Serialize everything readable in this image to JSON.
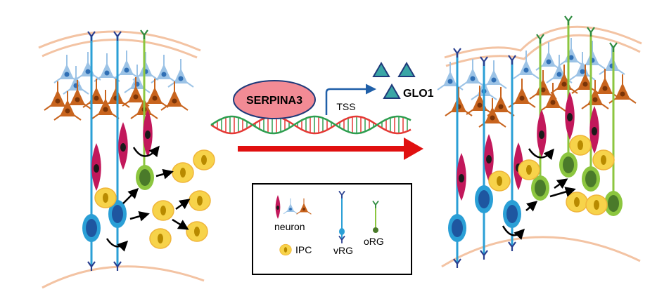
{
  "diagram": {
    "gene_factor_label": "SERPINA3",
    "tss_label": "TSS",
    "target_gene_label": "GLO1",
    "legend": {
      "neuron_label": "neuron",
      "vrg_label": "vRG",
      "org_label": "oRG",
      "ipc_label": "IPC"
    }
  },
  "colors": {
    "vrg_blue": "#2a9fd6",
    "org_green": "#8cc63f",
    "neuron_magenta": "#c2185b",
    "neuron_orange": "#c8641e",
    "neuron_lightblue": "#9cc3e6",
    "ipc_yellow": "#f7d34a",
    "arrow_red": "#e01010",
    "membrane": "#f3c3a3",
    "dna_red": "#e53935",
    "dna_green": "#2e9e4f",
    "tss_blue": "#1f5fa8"
  }
}
